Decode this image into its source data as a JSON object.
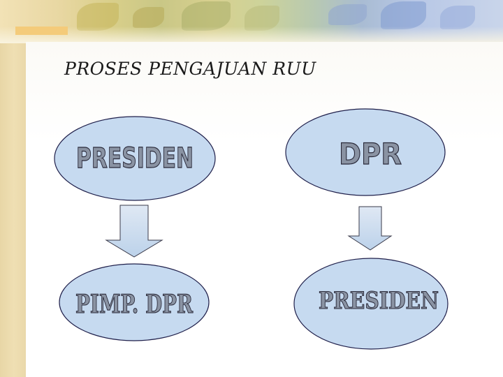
{
  "title": "PROSES PENGAJUAN RUU",
  "nodes": {
    "top_left": "PRESIDEN",
    "top_right": "DPR",
    "bottom_left": "PIMP. DPR",
    "bottom_right": "PRESIDEN"
  },
  "colors": {
    "ellipse_fill": "#c6daf0",
    "ellipse_stroke": "#1f1f4a",
    "label_fill": "#8a93a3",
    "arrow_fill": "#c7d9ee"
  }
}
